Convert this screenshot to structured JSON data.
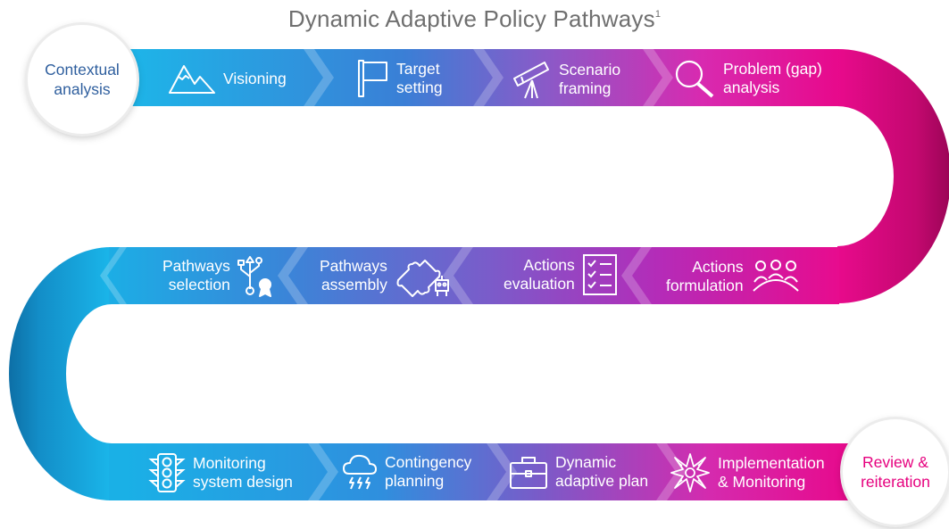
{
  "title": {
    "text": "Dynamic Adaptive Policy Pathways",
    "footnote": "1"
  },
  "start_node": {
    "label": "Contextual\nanalysis",
    "color": "#2f5f9e"
  },
  "end_node": {
    "label": "Review &\nreiteration",
    "color": "#e6007e"
  },
  "rows": [
    {
      "steps": [
        {
          "label": "Visioning",
          "icon": "mountain-icon"
        },
        {
          "label": "Target\nsetting",
          "icon": "flag-icon"
        },
        {
          "label": "Scenario\nframing",
          "icon": "telescope-icon"
        },
        {
          "label": "Problem (gap)\nanalysis",
          "icon": "magnifier-icon"
        }
      ]
    },
    {
      "steps": [
        {
          "label": "Actions\nformulation",
          "icon": "people-icon"
        },
        {
          "label": "Actions\nevaluation",
          "icon": "checklist-icon"
        },
        {
          "label": "Pathways\nassembly",
          "icon": "puzzle-robot-icon"
        },
        {
          "label": "Pathways\nselection",
          "icon": "usb-award-icon"
        }
      ]
    },
    {
      "steps": [
        {
          "label": "Monitoring\nsystem design",
          "icon": "traffic-light-icon"
        },
        {
          "label": "Contingency\nplanning",
          "icon": "storm-cloud-icon"
        },
        {
          "label": "Dynamic\nadaptive plan",
          "icon": "briefcase-icon"
        },
        {
          "label": "Implementation\n& Monitoring",
          "icon": "star-burst-icon"
        }
      ]
    }
  ],
  "colors": {
    "blue": "#1aa3e0",
    "violet": "#8b5cc4",
    "magenta": "#e6007e",
    "text": "#ffffff"
  }
}
